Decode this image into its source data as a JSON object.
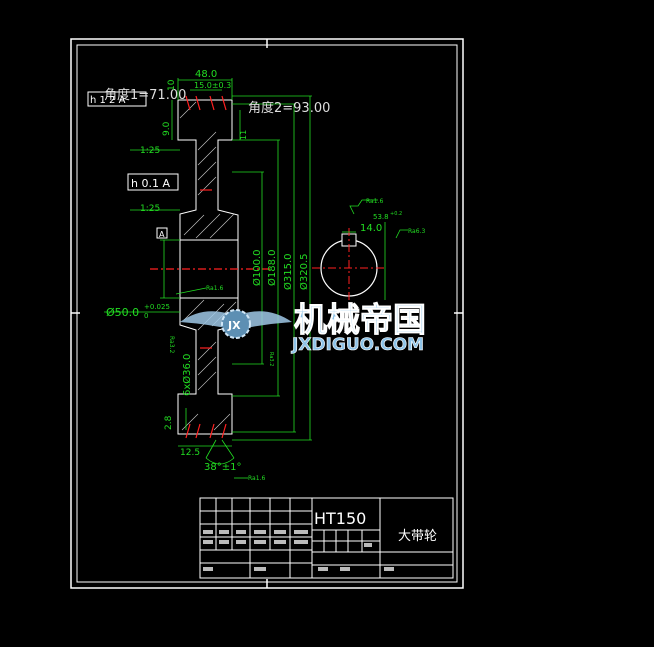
{
  "drawing": {
    "annotations": {
      "chamfer1": "角度1=71.00",
      "chamfer2": "角度2=93.00",
      "tolerance_frame_top": "h 1 2 A",
      "tolerance_frame_mid": "h 0.1 A",
      "datum": "A",
      "taper1": "1:25",
      "taper2": "1:25",
      "angle": "38°±1°",
      "roughness_hub": "Ra1.6",
      "roughness_bottom": "Ra1.6",
      "roughness_side": "Ra3.2",
      "roughness_keyway": "Ra1.6",
      "roughness_keyway_side": "Ra6.3",
      "keyway_depth": "53.8",
      "keyway_tol": "+0.2",
      "keyway_width": "14.0",
      "fine_mark": "Ra3.2"
    },
    "dimensions": {
      "width_48": "48.0",
      "width_15": "15.0±0.3",
      "d_10": "10",
      "d_9": "9.0",
      "d_11": "11",
      "d_100": "Ø100.0",
      "d_188": "Ø188.0",
      "d_315": "Ø315.0",
      "d_320": "Ø320.5",
      "bore": "Ø50.0",
      "bore_tol": "+0.025",
      "bore_tol_low": "0",
      "holes": "6xØ36.0",
      "d_28": "2.8",
      "d_125": "12.5"
    }
  },
  "watermark": {
    "brand_cn": "机械帝国",
    "brand_en": "JXDIGUO.COM"
  },
  "title_block": {
    "material": "HT150",
    "part_name": "大带轮"
  }
}
